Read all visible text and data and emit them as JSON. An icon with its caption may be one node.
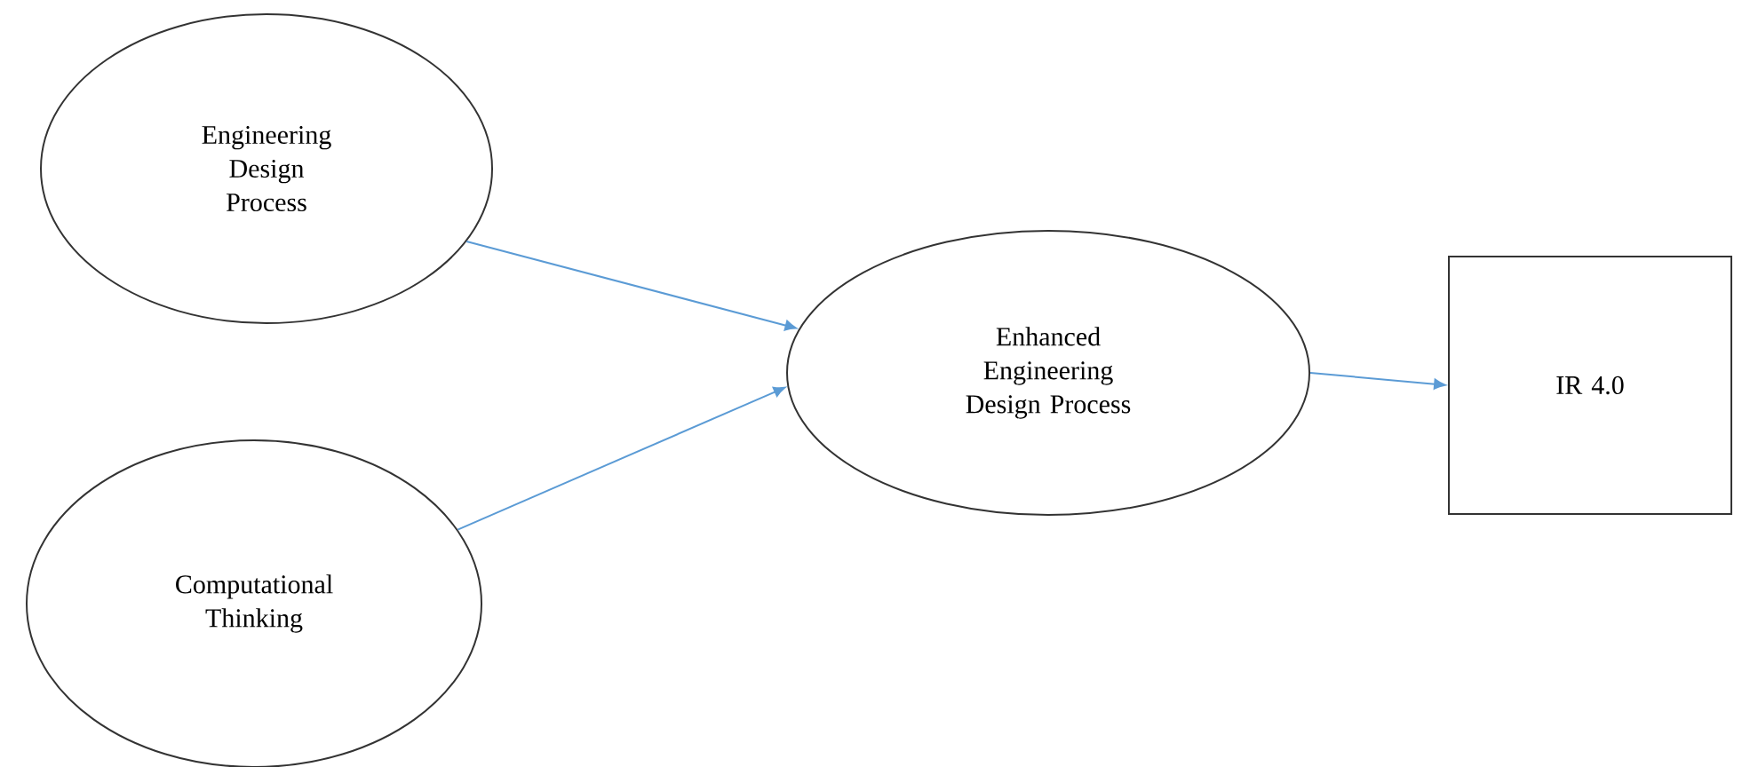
{
  "diagram": {
    "nodes": [
      {
        "text": [
          "Engineering Design Process"
        ]
      },
      {
        "text": [
          "Computational Thinking"
        ]
      },
      {
        "text": [
          "Enhanced Engineering Design Process"
        ]
      },
      {
        "text": [
          "IR 4.0"
        ]
      }
    ],
    "edges": [
      {
        "from": 0,
        "to": 2,
        "arrow": "to"
      },
      {
        "from": 1,
        "to": 2,
        "arrow": "to"
      },
      {
        "from": 2,
        "to": 3,
        "arrow": "to"
      }
    ]
  }
}
